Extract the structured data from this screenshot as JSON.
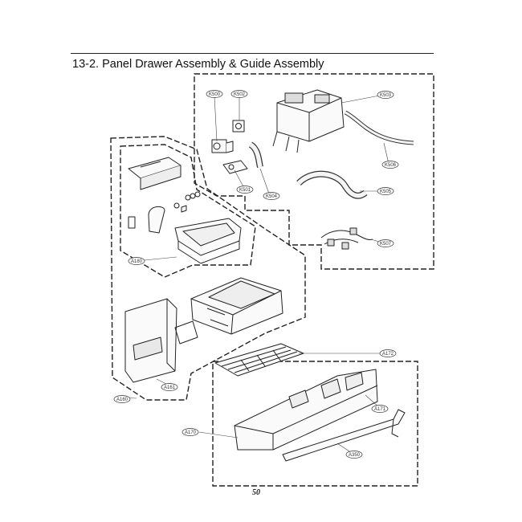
{
  "heading": "13-2. Panel Drawer Assembly & Guide Assembly",
  "page_number": "50",
  "labels": {
    "k500": "K500",
    "k502": "K502",
    "k503": "K503",
    "k506": "K506",
    "k501": "K501",
    "k504": "K504",
    "k505": "K505",
    "k507": "K507",
    "a180": "A180",
    "a172": "A172",
    "a161": "A161",
    "a160": "A160",
    "a171": "A171",
    "a170": "A170",
    "a350": "A350"
  }
}
